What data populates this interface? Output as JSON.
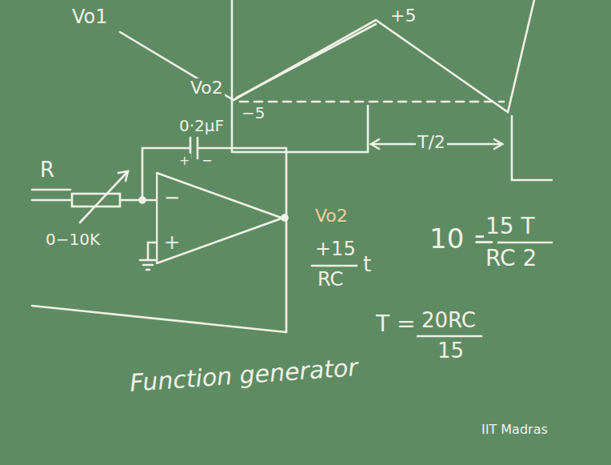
{
  "diagram": {
    "nodes": [
      {
        "text": [
          "−",
          "+"
        ]
      }
    ],
    "labels": [
      "Vo1",
      "Vo2",
      "+5",
      "−5",
      "T/2",
      "0·2μF",
      "+",
      "−",
      "R",
      "0−10K",
      "Vo2",
      "+15",
      "t",
      "RC",
      "10 =",
      "15 T",
      "RC 2",
      "T =",
      "20RC",
      "15",
      "Function generator",
      "IIT Madras"
    ]
  }
}
